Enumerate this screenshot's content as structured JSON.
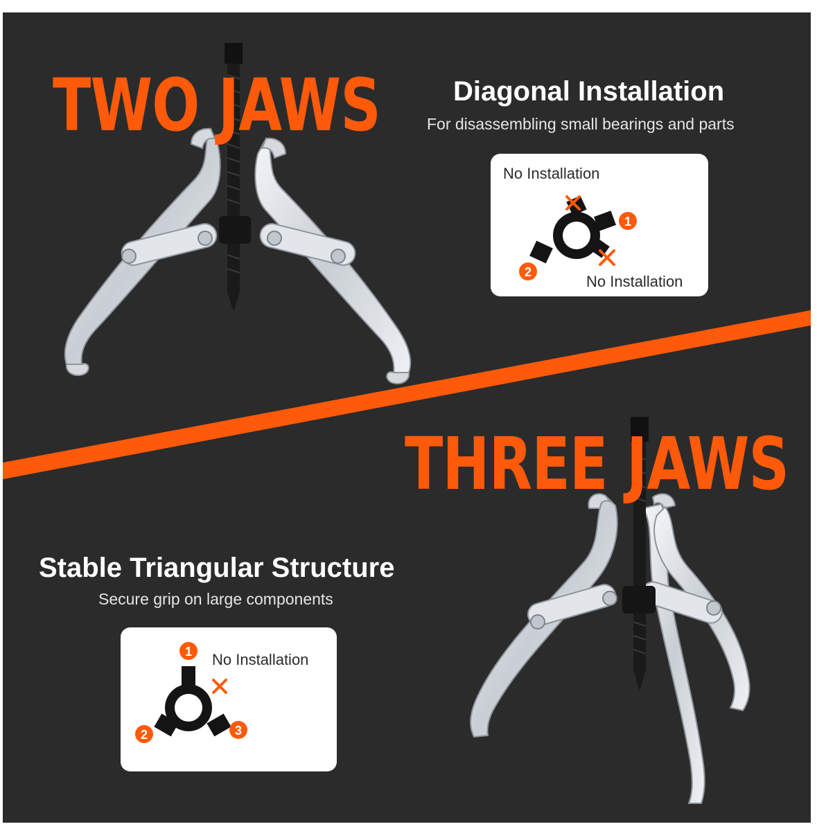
{
  "two_jaws": {
    "headline": "TWO JAWS",
    "title": "Diagonal Installation",
    "subtitle": "For disassembling small bearings and parts",
    "diagram": {
      "label_top": "No Installation",
      "label_bottom": "No Installation",
      "markers": [
        "1",
        "2"
      ]
    }
  },
  "three_jaws": {
    "headline": "THREE JAWS",
    "title": "Stable Triangular Structure",
    "subtitle": "Secure grip on large components",
    "diagram": {
      "label_top": "No Installation",
      "markers": [
        "1",
        "2",
        "3"
      ]
    }
  },
  "colors": {
    "accent": "#ff5a0a",
    "background": "#2b2b2b",
    "card": "#ffffff",
    "steel": "#d9dde2"
  },
  "icons": [
    "two-jaw-puller-icon",
    "three-jaw-puller-icon",
    "yoke-diagram-icon",
    "cross-mark-icon",
    "number-badge-icon"
  ]
}
